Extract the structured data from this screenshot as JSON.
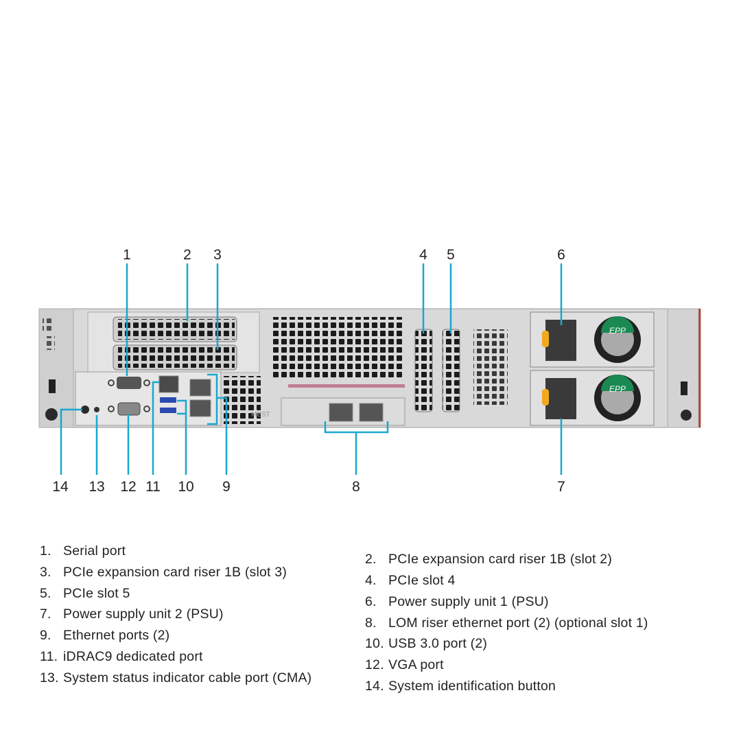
{
  "callouts": {
    "top": [
      "1",
      "2",
      "3",
      "4",
      "5",
      "6"
    ],
    "bottom": [
      "14",
      "13",
      "12",
      "11",
      "10",
      "9",
      "8",
      "7"
    ]
  },
  "psu_labels": [
    "EPP",
    "EPP"
  ],
  "chassis_marking": "MEST",
  "accent_color": "#19a7cf",
  "legend": {
    "left": [
      {
        "n": "1.",
        "label": "Serial port"
      },
      {
        "n": "3.",
        "label": "PCIe expansion card riser 1B (slot 3)"
      },
      {
        "n": "5.",
        "label": "PCIe slot 5"
      },
      {
        "n": "7.",
        "label": "Power supply unit 2 (PSU)"
      },
      {
        "n": "9.",
        "label": "Ethernet ports (2)"
      },
      {
        "n": "11.",
        "label": "iDRAC9 dedicated port"
      },
      {
        "n": "13.",
        "label": "System status indicator cable port (CMA)"
      }
    ],
    "right": [
      {
        "n": "2.",
        "label": "PCIe expansion card riser 1B (slot 2)"
      },
      {
        "n": "4.",
        "label": "PCIe slot 4"
      },
      {
        "n": "6.",
        "label": "Power supply unit 1 (PSU)"
      },
      {
        "n": "8.",
        "label": "LOM riser ethernet port (2) (optional slot 1)"
      },
      {
        "n": "10.",
        "label": "USB 3.0 port (2)"
      },
      {
        "n": "12.",
        "label": "VGA port"
      },
      {
        "n": "14.",
        "label": "System identification button"
      }
    ]
  }
}
